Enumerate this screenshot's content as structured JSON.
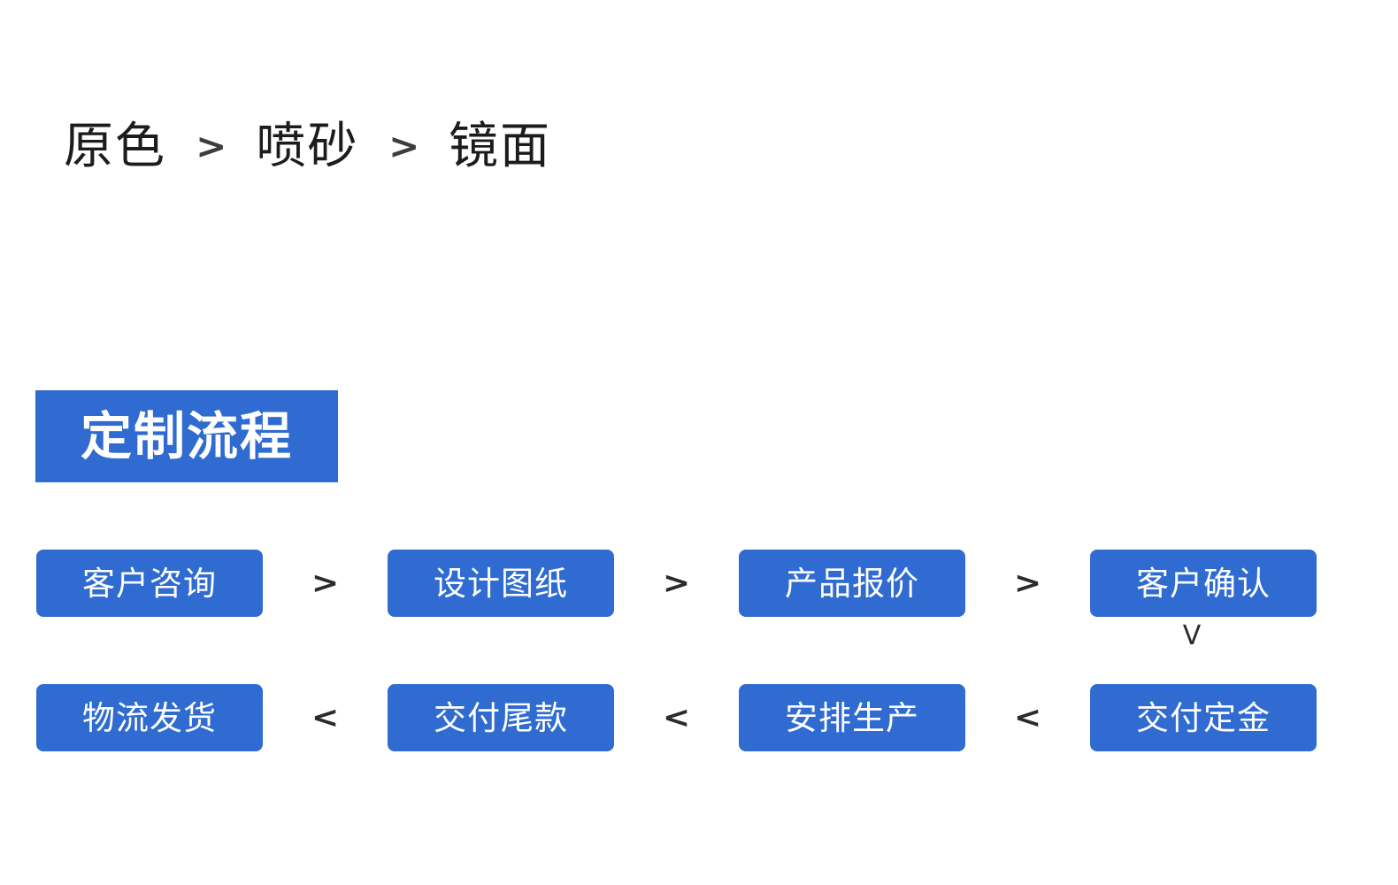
{
  "finish_options": {
    "items": [
      {
        "label": "原色"
      },
      {
        "label": "喷砂"
      },
      {
        "label": "镜面"
      }
    ],
    "separator": ">"
  },
  "section": {
    "heading": "定制流程",
    "heading_bg_color": "#2F6BD0",
    "heading_text_color": "#FFFFFF"
  },
  "flow": {
    "pill_bg_color": "#2F6BD0",
    "pill_text_color": "#FFFFFF",
    "forward_separator": ">",
    "backward_separator": "<",
    "wrap_separator": "V",
    "row_one": [
      {
        "label": "客户咨询"
      },
      {
        "label": "设计图纸"
      },
      {
        "label": "产品报价"
      },
      {
        "label": "客户确认"
      }
    ],
    "row_two": [
      {
        "label": "物流发货"
      },
      {
        "label": "交付尾款"
      },
      {
        "label": "安排生产"
      },
      {
        "label": "交付定金"
      }
    ]
  }
}
